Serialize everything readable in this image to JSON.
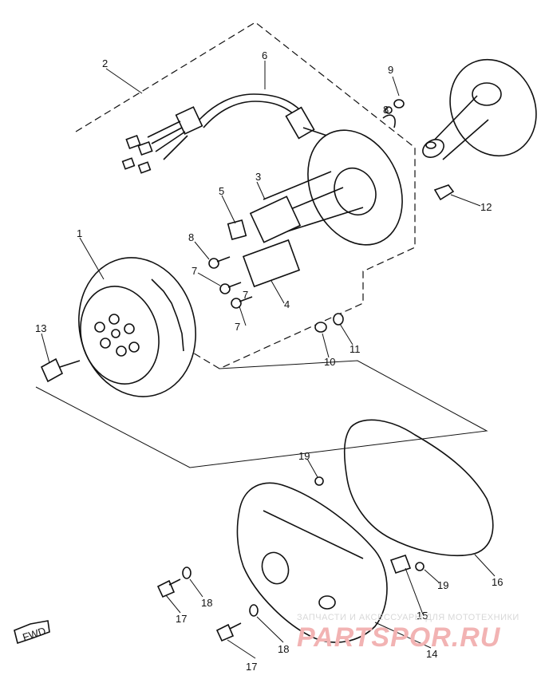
{
  "diagram": {
    "part_labels": [
      "1",
      "2",
      "3",
      "4",
      "5",
      "6",
      "7",
      "7",
      "7",
      "8",
      "8",
      "9",
      "10",
      "11",
      "12",
      "13",
      "14",
      "15",
      "16",
      "17",
      "17",
      "18",
      "18",
      "19",
      "19"
    ],
    "fwd_label": "FWD"
  },
  "watermark": {
    "tagline": "ЗАПЧАСТИ И АКСЕССУАРЫ ДЛЯ МОТОТЕХНИКИ",
    "brand": "PARTSPOR.RU"
  }
}
